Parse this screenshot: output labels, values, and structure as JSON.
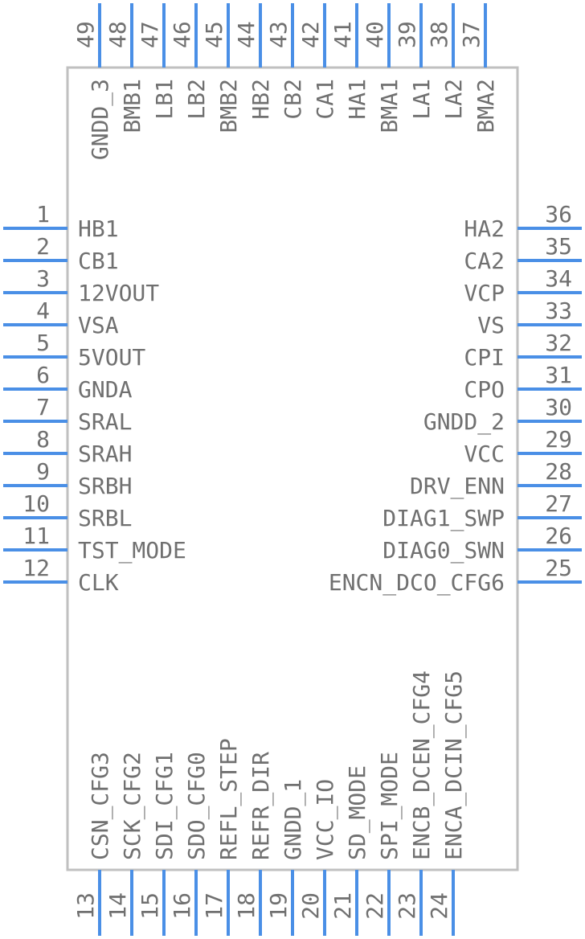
{
  "component": {
    "left_pins": [
      {
        "num": "1",
        "name": "HB1"
      },
      {
        "num": "2",
        "name": "CB1"
      },
      {
        "num": "3",
        "name": "12VOUT"
      },
      {
        "num": "4",
        "name": "VSA"
      },
      {
        "num": "5",
        "name": "5VOUT"
      },
      {
        "num": "6",
        "name": "GNDA"
      },
      {
        "num": "7",
        "name": "SRAL"
      },
      {
        "num": "8",
        "name": "SRAH"
      },
      {
        "num": "9",
        "name": "SRBH"
      },
      {
        "num": "10",
        "name": "SRBL"
      },
      {
        "num": "11",
        "name": "TST_MODE"
      },
      {
        "num": "12",
        "name": "CLK"
      }
    ],
    "right_pins": [
      {
        "num": "36",
        "name": "HA2"
      },
      {
        "num": "35",
        "name": "CA2"
      },
      {
        "num": "34",
        "name": "VCP"
      },
      {
        "num": "33",
        "name": "VS"
      },
      {
        "num": "32",
        "name": "CPI"
      },
      {
        "num": "31",
        "name": "CPO"
      },
      {
        "num": "30",
        "name": "GNDD_2"
      },
      {
        "num": "29",
        "name": "VCC"
      },
      {
        "num": "28",
        "name": "DRV_ENN"
      },
      {
        "num": "27",
        "name": "DIAG1_SWP"
      },
      {
        "num": "26",
        "name": "DIAG0_SWN"
      },
      {
        "num": "25",
        "name": "ENCN_DCO_CFG6"
      }
    ],
    "bottom_pins": [
      {
        "num": "13",
        "name": "CSN_CFG3"
      },
      {
        "num": "14",
        "name": "SCK_CFG2"
      },
      {
        "num": "15",
        "name": "SDI_CFG1"
      },
      {
        "num": "16",
        "name": "SDO_CFG0"
      },
      {
        "num": "17",
        "name": "REFL_STEP"
      },
      {
        "num": "18",
        "name": "REFR_DIR"
      },
      {
        "num": "19",
        "name": "GNDD_1"
      },
      {
        "num": "20",
        "name": "VCC_IO"
      },
      {
        "num": "21",
        "name": "SD_MODE"
      },
      {
        "num": "22",
        "name": "SPI_MODE"
      },
      {
        "num": "23",
        "name": "ENCB_DCEN_CFG4"
      },
      {
        "num": "24",
        "name": "ENCA_DCIN_CFG5"
      }
    ],
    "top_pins": [
      {
        "num": "49",
        "name": "GNDD_3"
      },
      {
        "num": "48",
        "name": "BMB1"
      },
      {
        "num": "47",
        "name": "LB1"
      },
      {
        "num": "46",
        "name": "LB2"
      },
      {
        "num": "45",
        "name": "BMB2"
      },
      {
        "num": "44",
        "name": "HB2"
      },
      {
        "num": "43",
        "name": "CB2"
      },
      {
        "num": "42",
        "name": "CA1"
      },
      {
        "num": "41",
        "name": "HA1"
      },
      {
        "num": "40",
        "name": "BMA1"
      },
      {
        "num": "39",
        "name": "LA1"
      },
      {
        "num": "38",
        "name": "LA2"
      },
      {
        "num": "37",
        "name": "BMA2"
      }
    ]
  }
}
